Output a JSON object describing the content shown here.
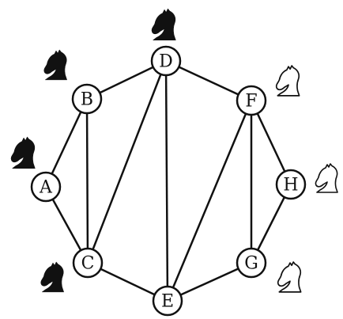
{
  "nodes": [
    {
      "id": "A",
      "label": "A"
    },
    {
      "id": "B",
      "label": "B"
    },
    {
      "id": "C",
      "label": "C"
    },
    {
      "id": "D",
      "label": "D"
    },
    {
      "id": "E",
      "label": "E"
    },
    {
      "id": "F",
      "label": "F"
    },
    {
      "id": "G",
      "label": "G"
    },
    {
      "id": "H",
      "label": "H"
    }
  ],
  "edges": [
    [
      "A",
      "B"
    ],
    [
      "A",
      "C"
    ],
    [
      "B",
      "C"
    ],
    [
      "B",
      "D"
    ],
    [
      "C",
      "D"
    ],
    [
      "C",
      "E"
    ],
    [
      "D",
      "E"
    ],
    [
      "D",
      "F"
    ],
    [
      "E",
      "F"
    ],
    [
      "E",
      "G"
    ],
    [
      "F",
      "G"
    ],
    [
      "F",
      "H"
    ],
    [
      "G",
      "H"
    ]
  ],
  "pieces": [
    {
      "node": "D",
      "piece": "knight",
      "color": "black"
    },
    {
      "node": "B",
      "piece": "knight",
      "color": "black"
    },
    {
      "node": "A",
      "piece": "knight",
      "color": "black"
    },
    {
      "node": "C",
      "piece": "knight",
      "color": "black"
    },
    {
      "node": "F",
      "piece": "knight",
      "color": "white"
    },
    {
      "node": "H",
      "piece": "knight",
      "color": "white"
    },
    {
      "node": "G",
      "piece": "knight",
      "color": "white"
    }
  ],
  "colors": {
    "black_piece": "#111111",
    "white_piece": "#ffffff",
    "outline": "#111111"
  }
}
